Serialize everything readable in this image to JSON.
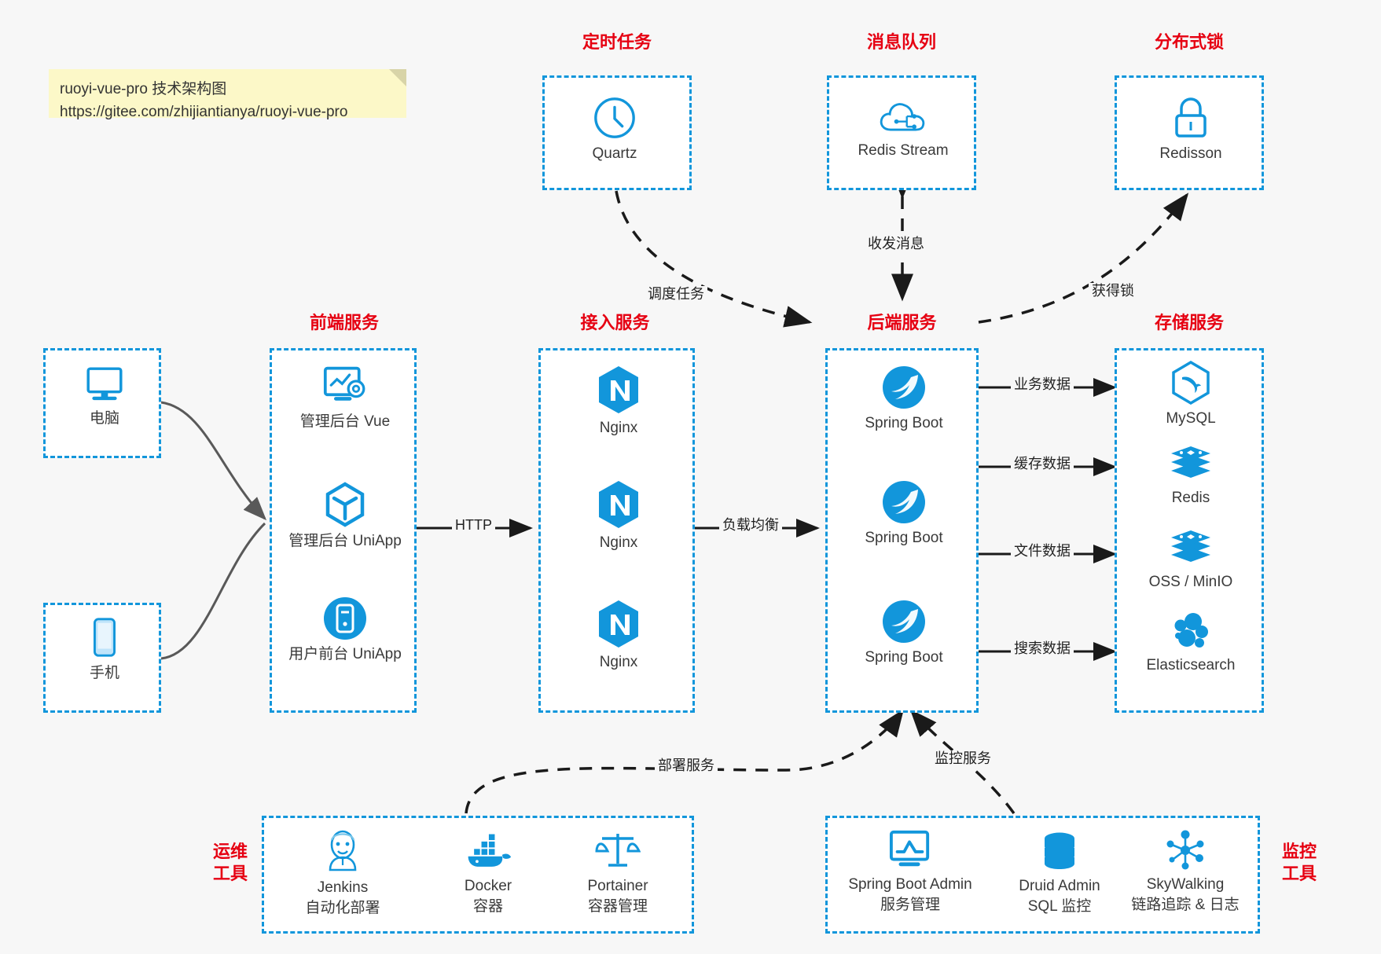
{
  "note": {
    "line1": "ruoyi-vue-pro 技术架构图",
    "line2": "https://gitee.com/zhijiantianya/ruoyi-vue-pro"
  },
  "groups": {
    "scheduler": {
      "label": "定时任务"
    },
    "mq": {
      "label": "消息队列"
    },
    "lock": {
      "label": "分布式锁"
    },
    "frontend": {
      "label": "前端服务"
    },
    "gateway": {
      "label": "接入服务"
    },
    "backend": {
      "label": "后端服务"
    },
    "storage": {
      "label": "存储服务"
    },
    "devops": {
      "label": "运维\n工具",
      "label_line1": "运维",
      "label_line2": "工具"
    },
    "monitor": {
      "label": "监控\n工具",
      "label_line1": "监控",
      "label_line2": "工具"
    }
  },
  "clients": [
    {
      "name": "电脑",
      "icon": "desktop-icon"
    },
    {
      "name": "手机",
      "icon": "phone-icon"
    }
  ],
  "scheduler_nodes": [
    {
      "name": "Quartz",
      "icon": "clock-icon"
    }
  ],
  "mq_nodes": [
    {
      "name": "Redis Stream",
      "icon": "cloud-network-icon"
    }
  ],
  "lock_nodes": [
    {
      "name": "Redisson",
      "icon": "lock-icon"
    }
  ],
  "frontend_nodes": [
    {
      "name": "管理后台 Vue",
      "icon": "monitor-gear-icon"
    },
    {
      "name": "管理后台 UniApp",
      "icon": "cube-icon"
    },
    {
      "name": "用户前台 UniApp",
      "icon": "mobile-circle-icon"
    }
  ],
  "gateway_nodes": [
    {
      "name": "Nginx",
      "icon": "nginx-icon"
    },
    {
      "name": "Nginx",
      "icon": "nginx-icon"
    },
    {
      "name": "Nginx",
      "icon": "nginx-icon"
    }
  ],
  "backend_nodes": [
    {
      "name": "Spring Boot",
      "icon": "spring-leaf-icon"
    },
    {
      "name": "Spring Boot",
      "icon": "spring-leaf-icon"
    },
    {
      "name": "Spring Boot",
      "icon": "spring-leaf-icon"
    }
  ],
  "storage_nodes": [
    {
      "name": "MySQL",
      "icon": "mysql-dolphin-icon"
    },
    {
      "name": "Redis",
      "icon": "redis-stack-icon"
    },
    {
      "name": "OSS / MinIO",
      "icon": "oss-stack-icon"
    },
    {
      "name": "Elasticsearch",
      "icon": "elasticsearch-icon"
    }
  ],
  "devops_nodes": [
    {
      "name": "Jenkins",
      "desc": "自动化部署",
      "icon": "jenkins-butler-icon"
    },
    {
      "name": "Docker",
      "desc": "容器",
      "icon": "docker-whale-icon"
    },
    {
      "name": "Portainer",
      "desc": "容器管理",
      "icon": "scales-icon"
    }
  ],
  "monitor_nodes": [
    {
      "name": "Spring Boot Admin",
      "desc": "服务管理",
      "icon": "monitor-chart-icon"
    },
    {
      "name": "Druid Admin",
      "desc": "SQL 监控",
      "icon": "database-icon"
    },
    {
      "name": "SkyWalking",
      "desc": "链路追踪 & 日志",
      "icon": "network-nodes-icon"
    }
  ],
  "edges": [
    {
      "id": "http",
      "label": "HTTP"
    },
    {
      "id": "lb",
      "label": "负载均衡"
    },
    {
      "id": "schedule",
      "label": "调度任务"
    },
    {
      "id": "mq_msg",
      "label": "收发消息"
    },
    {
      "id": "get_lock",
      "label": "获得锁"
    },
    {
      "id": "biz_data",
      "label": "业务数据"
    },
    {
      "id": "cache_data",
      "label": "缓存数据"
    },
    {
      "id": "file_data",
      "label": "文件数据"
    },
    {
      "id": "search_data",
      "label": "搜索数据"
    },
    {
      "id": "deploy",
      "label": "部署服务"
    },
    {
      "id": "monitor_svc",
      "label": "监控服务"
    }
  ],
  "colors": {
    "brand_blue": "#1296db",
    "label_red": "#e60012",
    "background": "#f7f7f7",
    "note_bg": "#fcf8c8",
    "arrow_gray": "#595959",
    "text": "#3a3a3a"
  }
}
